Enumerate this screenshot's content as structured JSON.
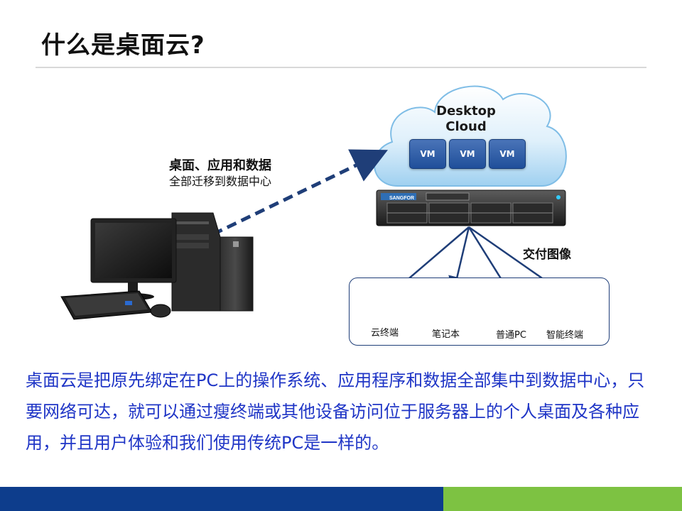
{
  "title": "什么是桌面云?",
  "migration": {
    "line1": "桌面、应用和数据",
    "line2": "全部迁移到数据中心"
  },
  "cloud": {
    "title_line1": "Desktop",
    "title_line2": "Cloud",
    "vms": [
      "VM",
      "VM",
      "VM"
    ]
  },
  "server": {
    "brand": "SANGFOR"
  },
  "delivery_label": "交付图像",
  "devices": [
    {
      "label": "云终端",
      "icon": "thin-client-icon"
    },
    {
      "label": "笔记本",
      "icon": "laptop-icon"
    },
    {
      "label": "普通PC",
      "icon": "desktop-pc-icon"
    },
    {
      "label": "智能终端",
      "icon": "smart-device-icon"
    }
  ],
  "body_text": "桌面云是把原先绑定在PC上的操作系统、应用程序和数据全部集中到数据中心，只要网络可达，就可以通过瘦终端或其他设备访问位于服务器上的个人桌面及各种应用，并且用户体验和我们使用传统PC是一样的。",
  "colors": {
    "footer_blue": "#0d3d8c",
    "footer_green": "#7dc242",
    "body_text": "#1f35c6",
    "arrow": "#1f3e78"
  }
}
